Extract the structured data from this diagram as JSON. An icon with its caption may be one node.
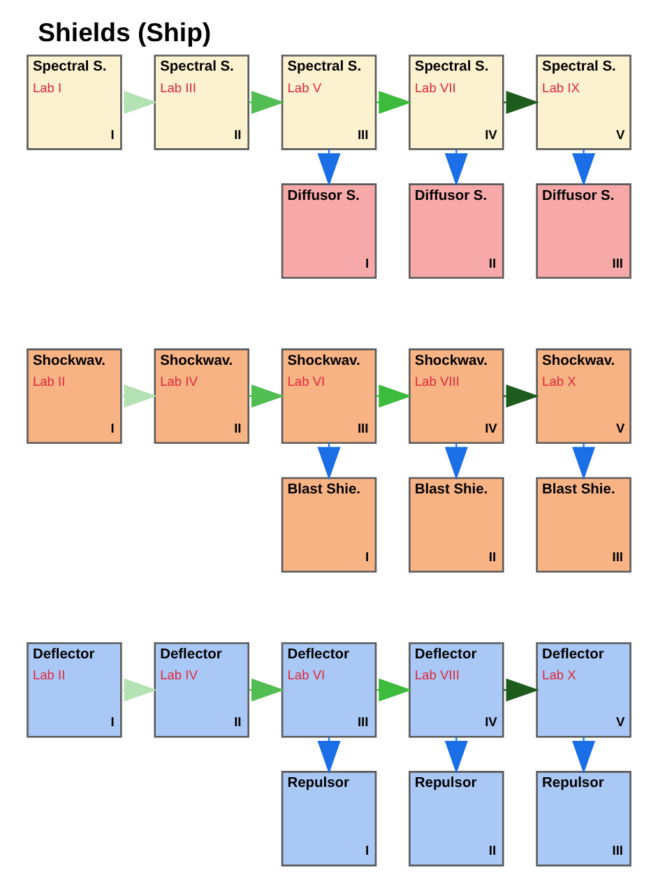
{
  "diagram": {
    "title": "Shields (Ship)",
    "nodes": [
      {
        "text": [
          "Spectral S.",
          "Lab I",
          "I"
        ]
      },
      {
        "text": [
          "Spectral S.",
          "Lab III",
          "II"
        ]
      },
      {
        "text": [
          "Spectral S.",
          "Lab V",
          "III"
        ]
      },
      {
        "text": [
          "Spectral S.",
          "Lab VII",
          "IV"
        ]
      },
      {
        "text": [
          "Spectral S.",
          "Lab IX",
          "V"
        ]
      },
      {
        "text": [
          "Diffusor S.",
          "I"
        ]
      },
      {
        "text": [
          "Diffusor S.",
          "II"
        ]
      },
      {
        "text": [
          "Diffusor S.",
          "III"
        ]
      },
      {
        "text": [
          "Shockwav.",
          "Lab II",
          "I"
        ]
      },
      {
        "text": [
          "Shockwav.",
          "Lab IV",
          "II"
        ]
      },
      {
        "text": [
          "Shockwav.",
          "Lab VI",
          "III"
        ]
      },
      {
        "text": [
          "Shockwav.",
          "Lab VIII",
          "IV"
        ]
      },
      {
        "text": [
          "Shockwav.",
          "Lab X",
          "V"
        ]
      },
      {
        "text": [
          "Blast Shie.",
          "I"
        ]
      },
      {
        "text": [
          "Blast Shie.",
          "II"
        ]
      },
      {
        "text": [
          "Blast Shie.",
          "III"
        ]
      },
      {
        "text": [
          "Deflector",
          "Lab II",
          "I"
        ]
      },
      {
        "text": [
          "Deflector",
          "Lab IV",
          "II"
        ]
      },
      {
        "text": [
          "Deflector",
          "Lab VI",
          "III"
        ]
      },
      {
        "text": [
          "Deflector",
          "Lab VIII",
          "IV"
        ]
      },
      {
        "text": [
          "Deflector",
          "Lab X",
          "V"
        ]
      },
      {
        "text": [
          "Repulsor",
          "I"
        ]
      },
      {
        "text": [
          "Repulsor",
          "II"
        ]
      },
      {
        "text": [
          "Repulsor",
          "III"
        ]
      }
    ],
    "edges": [
      {
        "from": 0,
        "to": 1,
        "arrow": "to",
        "color": "#b5e2b5"
      },
      {
        "from": 1,
        "to": 2,
        "arrow": "to",
        "color": "#52bd52"
      },
      {
        "from": 2,
        "to": 3,
        "arrow": "to",
        "color": "#3cbb3c"
      },
      {
        "from": 3,
        "to": 4,
        "arrow": "to",
        "color": "#1d5c1d"
      },
      {
        "from": 2,
        "to": 5,
        "arrow": "to"
      },
      {
        "from": 3,
        "to": 6,
        "arrow": "to"
      },
      {
        "from": 4,
        "to": 7,
        "arrow": "to"
      },
      {
        "from": 8,
        "to": 9,
        "arrow": "to",
        "color": "#b5e2b5"
      },
      {
        "from": 9,
        "to": 10,
        "arrow": "to",
        "color": "#52bd52"
      },
      {
        "from": 10,
        "to": 11,
        "arrow": "to",
        "color": "#3cbb3c"
      },
      {
        "from": 11,
        "to": 12,
        "arrow": "to",
        "color": "#1d5c1d"
      },
      {
        "from": 10,
        "to": 13,
        "arrow": "to"
      },
      {
        "from": 11,
        "to": 14,
        "arrow": "to"
      },
      {
        "from": 12,
        "to": 15,
        "arrow": "to"
      },
      {
        "from": 16,
        "to": 17,
        "arrow": "to",
        "color": "#b5e2b5"
      },
      {
        "from": 17,
        "to": 18,
        "arrow": "to",
        "color": "#52bd52"
      },
      {
        "from": 18,
        "to": 19,
        "arrow": "to",
        "color": "#3cbb3c"
      },
      {
        "from": 19,
        "to": 20,
        "arrow": "to",
        "color": "#1d5c1d"
      },
      {
        "from": 18,
        "to": 21,
        "arrow": "to"
      },
      {
        "from": 19,
        "to": 22,
        "arrow": "to"
      },
      {
        "from": 20,
        "to": 23,
        "arrow": "to"
      }
    ]
  }
}
